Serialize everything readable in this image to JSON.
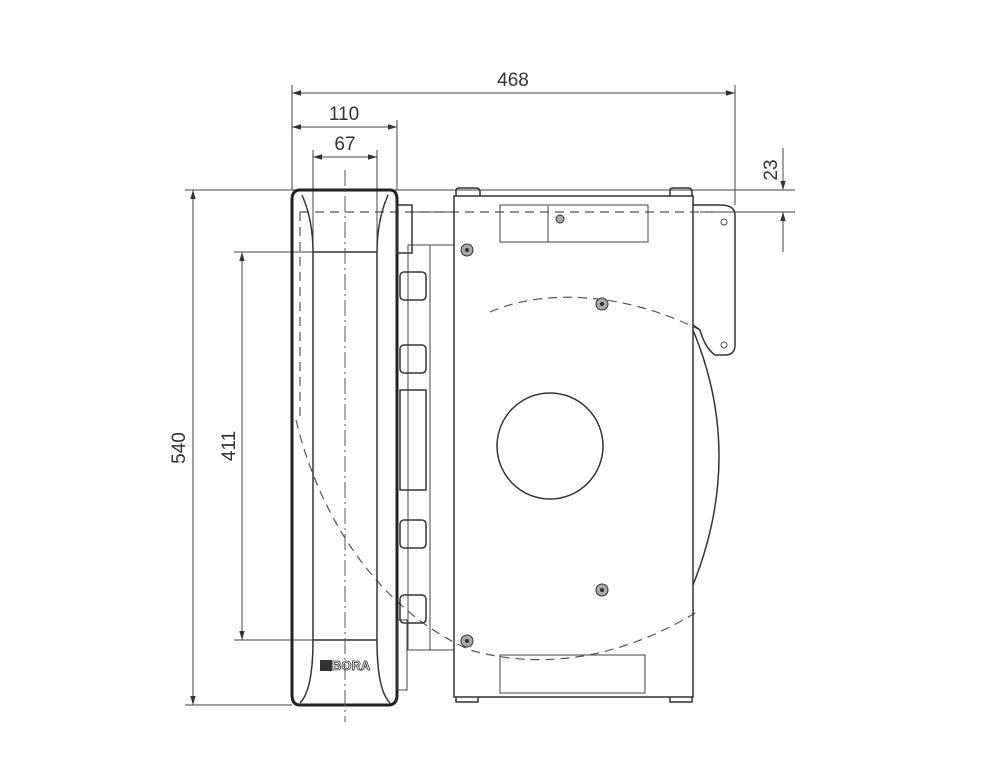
{
  "drawing": {
    "dimensions": {
      "total_depth": "468",
      "panel_depth": "110",
      "panel_inner_width": "67",
      "top_offset": "23",
      "total_height": "540",
      "inner_height": "411"
    },
    "logo": "BORA"
  }
}
